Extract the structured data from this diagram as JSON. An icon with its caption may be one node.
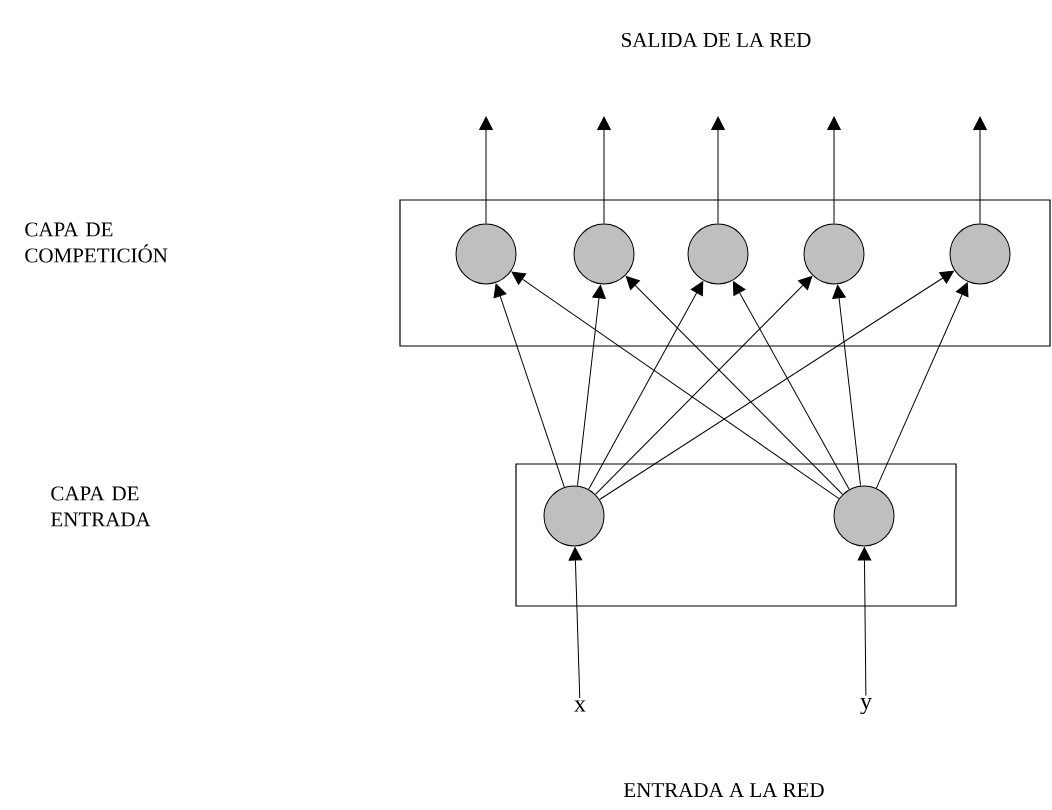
{
  "diagram": {
    "nodes": [
      {
        "text": [],
        "shape": "box"
      },
      {
        "text": [],
        "shape": "circle",
        "in": 0
      },
      {
        "text": [],
        "shape": "circle",
        "in": 0
      },
      {
        "text": [],
        "shape": "circle",
        "in": 0
      },
      {
        "text": [],
        "shape": "circle",
        "in": 0
      },
      {
        "text": [],
        "shape": "circle",
        "in": 0
      },
      {
        "text": [],
        "shape": "box"
      },
      {
        "text": [],
        "shape": "circle",
        "in": 6
      },
      {
        "text": [],
        "shape": "circle",
        "in": 6
      },
      {
        "text": [
          "x"
        ]
      },
      {
        "text": [
          "y"
        ]
      }
    ],
    "edges": [
      {
        "from": 1,
        "to": null,
        "arrow": "to"
      },
      {
        "from": 2,
        "to": null,
        "arrow": "to"
      },
      {
        "from": 3,
        "to": null,
        "arrow": "to"
      },
      {
        "from": 4,
        "to": null,
        "arrow": "to"
      },
      {
        "from": 5,
        "to": null,
        "arrow": "to"
      },
      {
        "from": 7,
        "to": 1,
        "arrow": "to"
      },
      {
        "from": 7,
        "to": 2,
        "arrow": "to"
      },
      {
        "from": 7,
        "to": 3,
        "arrow": "to"
      },
      {
        "from": 7,
        "to": 4,
        "arrow": "to"
      },
      {
        "from": 7,
        "to": 5,
        "arrow": "to"
      },
      {
        "from": 8,
        "to": 1,
        "arrow": "to"
      },
      {
        "from": 8,
        "to": 2,
        "arrow": "to"
      },
      {
        "from": 8,
        "to": 3,
        "arrow": "to"
      },
      {
        "from": 8,
        "to": 4,
        "arrow": "to"
      },
      {
        "from": 8,
        "to": 5,
        "arrow": "to"
      },
      {
        "from": 9,
        "to": 7,
        "arrow": "to"
      },
      {
        "from": 10,
        "to": 8,
        "arrow": "to"
      }
    ],
    "labels": [
      "SALIDA DE LA RED",
      "CAPA DE COMPETICIÓN",
      "CAPA DE ENTRADA",
      "ENTRADA A LA RED"
    ]
  }
}
